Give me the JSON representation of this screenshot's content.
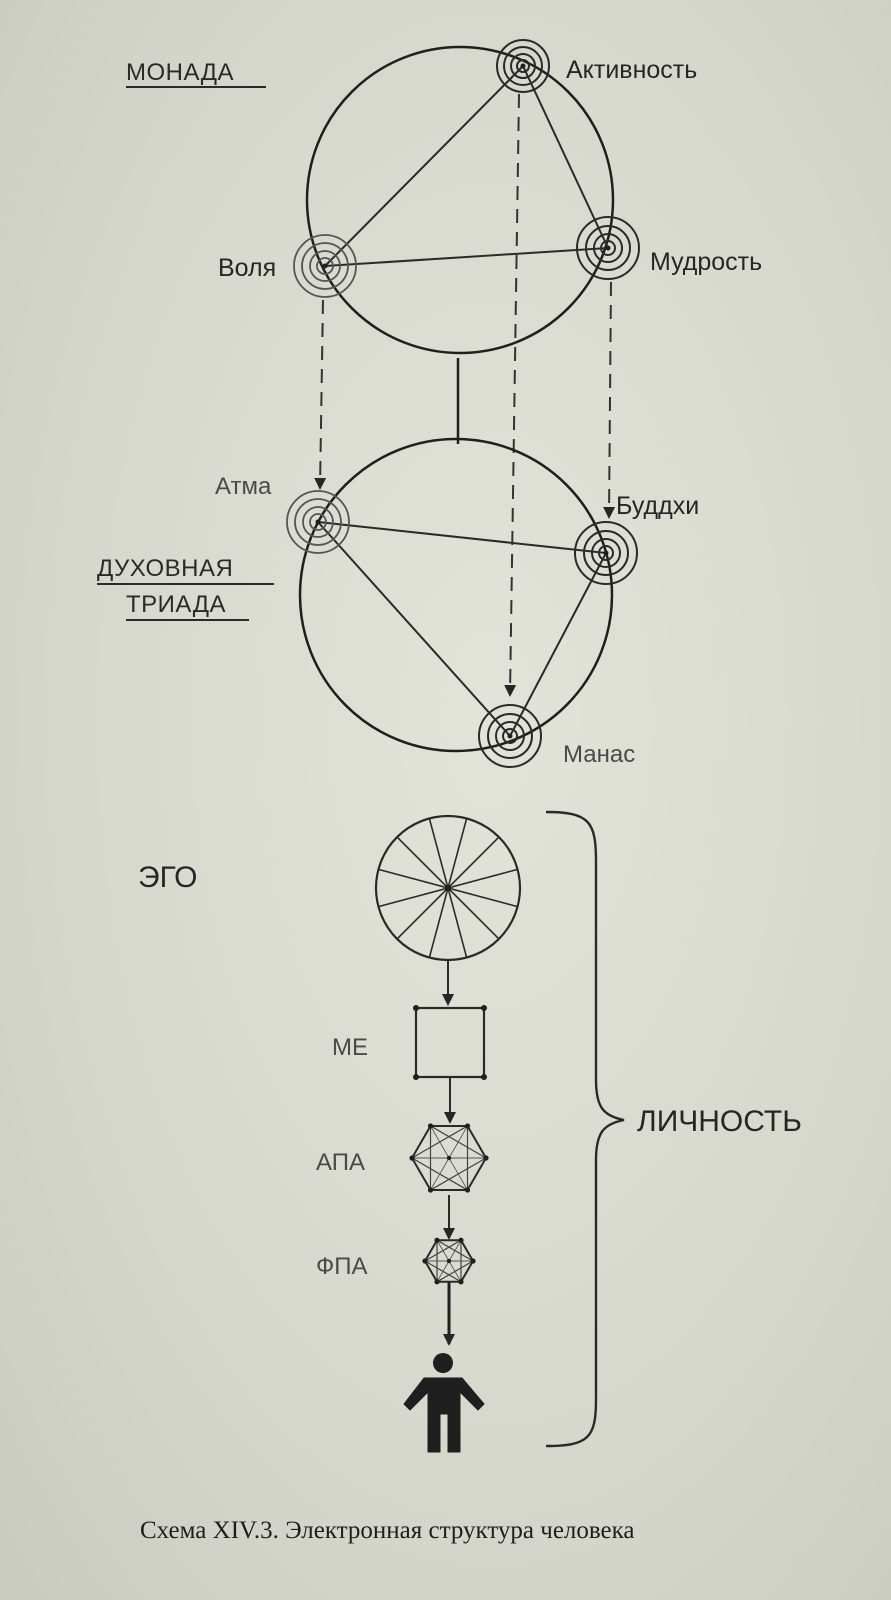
{
  "monada": {
    "title": "МОНАДА",
    "nodes": {
      "activity": "Активность",
      "will": "Воля",
      "wisdom": "Мудрость"
    }
  },
  "triada": {
    "title_line1": "ДУХОВНАЯ",
    "title_line2": "ТРИАДА",
    "nodes": {
      "atma": "Атма",
      "buddhi": "Буддхи",
      "manas": "Манас"
    }
  },
  "personality": {
    "ego": "ЭГО",
    "me": "МЕ",
    "apa": "АПА",
    "fpa": "ФПА",
    "brace_label": "ЛИЧНОСТЬ"
  },
  "caption": "Схема XIV.3. Электронная структура человека",
  "colors": {
    "ink": "#1f1f1f",
    "paper": "#d9dbd0"
  }
}
